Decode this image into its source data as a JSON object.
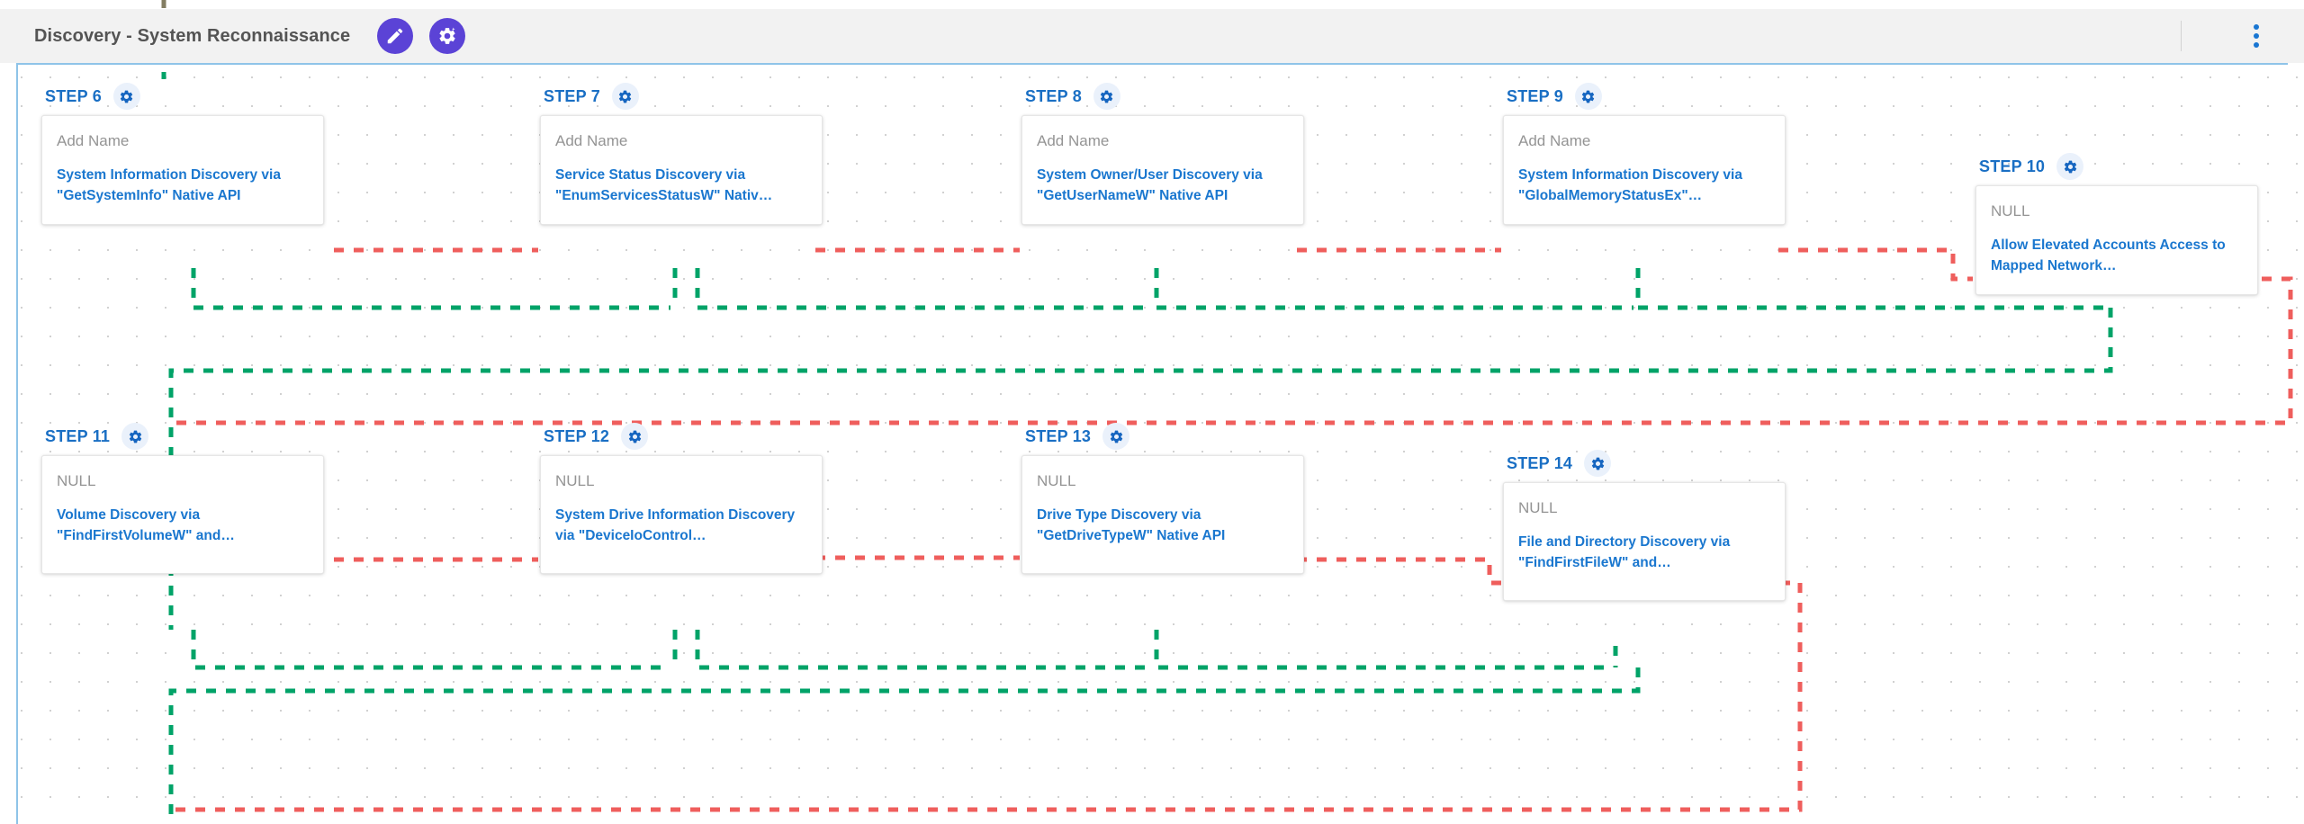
{
  "header": {
    "title": "Discovery - System Reconnaissance",
    "edit_icon": "pencil-icon",
    "settings_icon": "magic-gear-icon",
    "menu_icon": "vertical-dots-icon"
  },
  "colors": {
    "accent_purple": "#5b43d6",
    "step_blue": "#1a6fc4",
    "desc_blue": "#1a77cf",
    "success_green": "#00a368",
    "failure_red": "#ef5e5c",
    "header_bg": "#f2f2f2",
    "frame_blue": "#8fc4e8",
    "placeholder_grey": "#949494"
  },
  "steps": [
    {
      "id": "step-6",
      "label": "STEP 6",
      "name_value": "Add Name",
      "description": "System Information Discovery via \"GetSystemInfo\" Native API",
      "gear_icon": "gear-icon"
    },
    {
      "id": "step-7",
      "label": "STEP 7",
      "name_value": "Add Name",
      "description": "Service Status Discovery via \"EnumServicesStatusW\" Nativ…",
      "gear_icon": "gear-icon"
    },
    {
      "id": "step-8",
      "label": "STEP 8",
      "name_value": "Add Name",
      "description": "System Owner/User Discovery via \"GetUserNameW\" Native API",
      "gear_icon": "gear-icon"
    },
    {
      "id": "step-9",
      "label": "STEP 9",
      "name_value": "Add Name",
      "description": "System Information Discovery via \"GlobalMemoryStatusEx\"…",
      "gear_icon": "gear-icon"
    },
    {
      "id": "step-10",
      "label": "STEP 10",
      "name_value": "NULL",
      "description": "Allow Elevated Accounts Access to Mapped Network…",
      "gear_icon": "gear-icon"
    },
    {
      "id": "step-11",
      "label": "STEP 11",
      "name_value": "NULL",
      "description": "Volume Discovery via \"FindFirstVolumeW\" and…",
      "gear_icon": "gear-icon"
    },
    {
      "id": "step-12",
      "label": "STEP 12",
      "name_value": "NULL",
      "description": "System Drive Information Discovery via \"DeviceIoControl…",
      "gear_icon": "gear-icon"
    },
    {
      "id": "step-13",
      "label": "STEP 13",
      "name_value": "NULL",
      "description": "Drive Type Discovery via \"GetDriveTypeW\" Native API",
      "gear_icon": "gear-icon"
    },
    {
      "id": "step-14",
      "label": "STEP 14",
      "name_value": "NULL",
      "description": "File and Directory Discovery via \"FindFirstFileW\" and…",
      "gear_icon": "gear-icon"
    }
  ]
}
